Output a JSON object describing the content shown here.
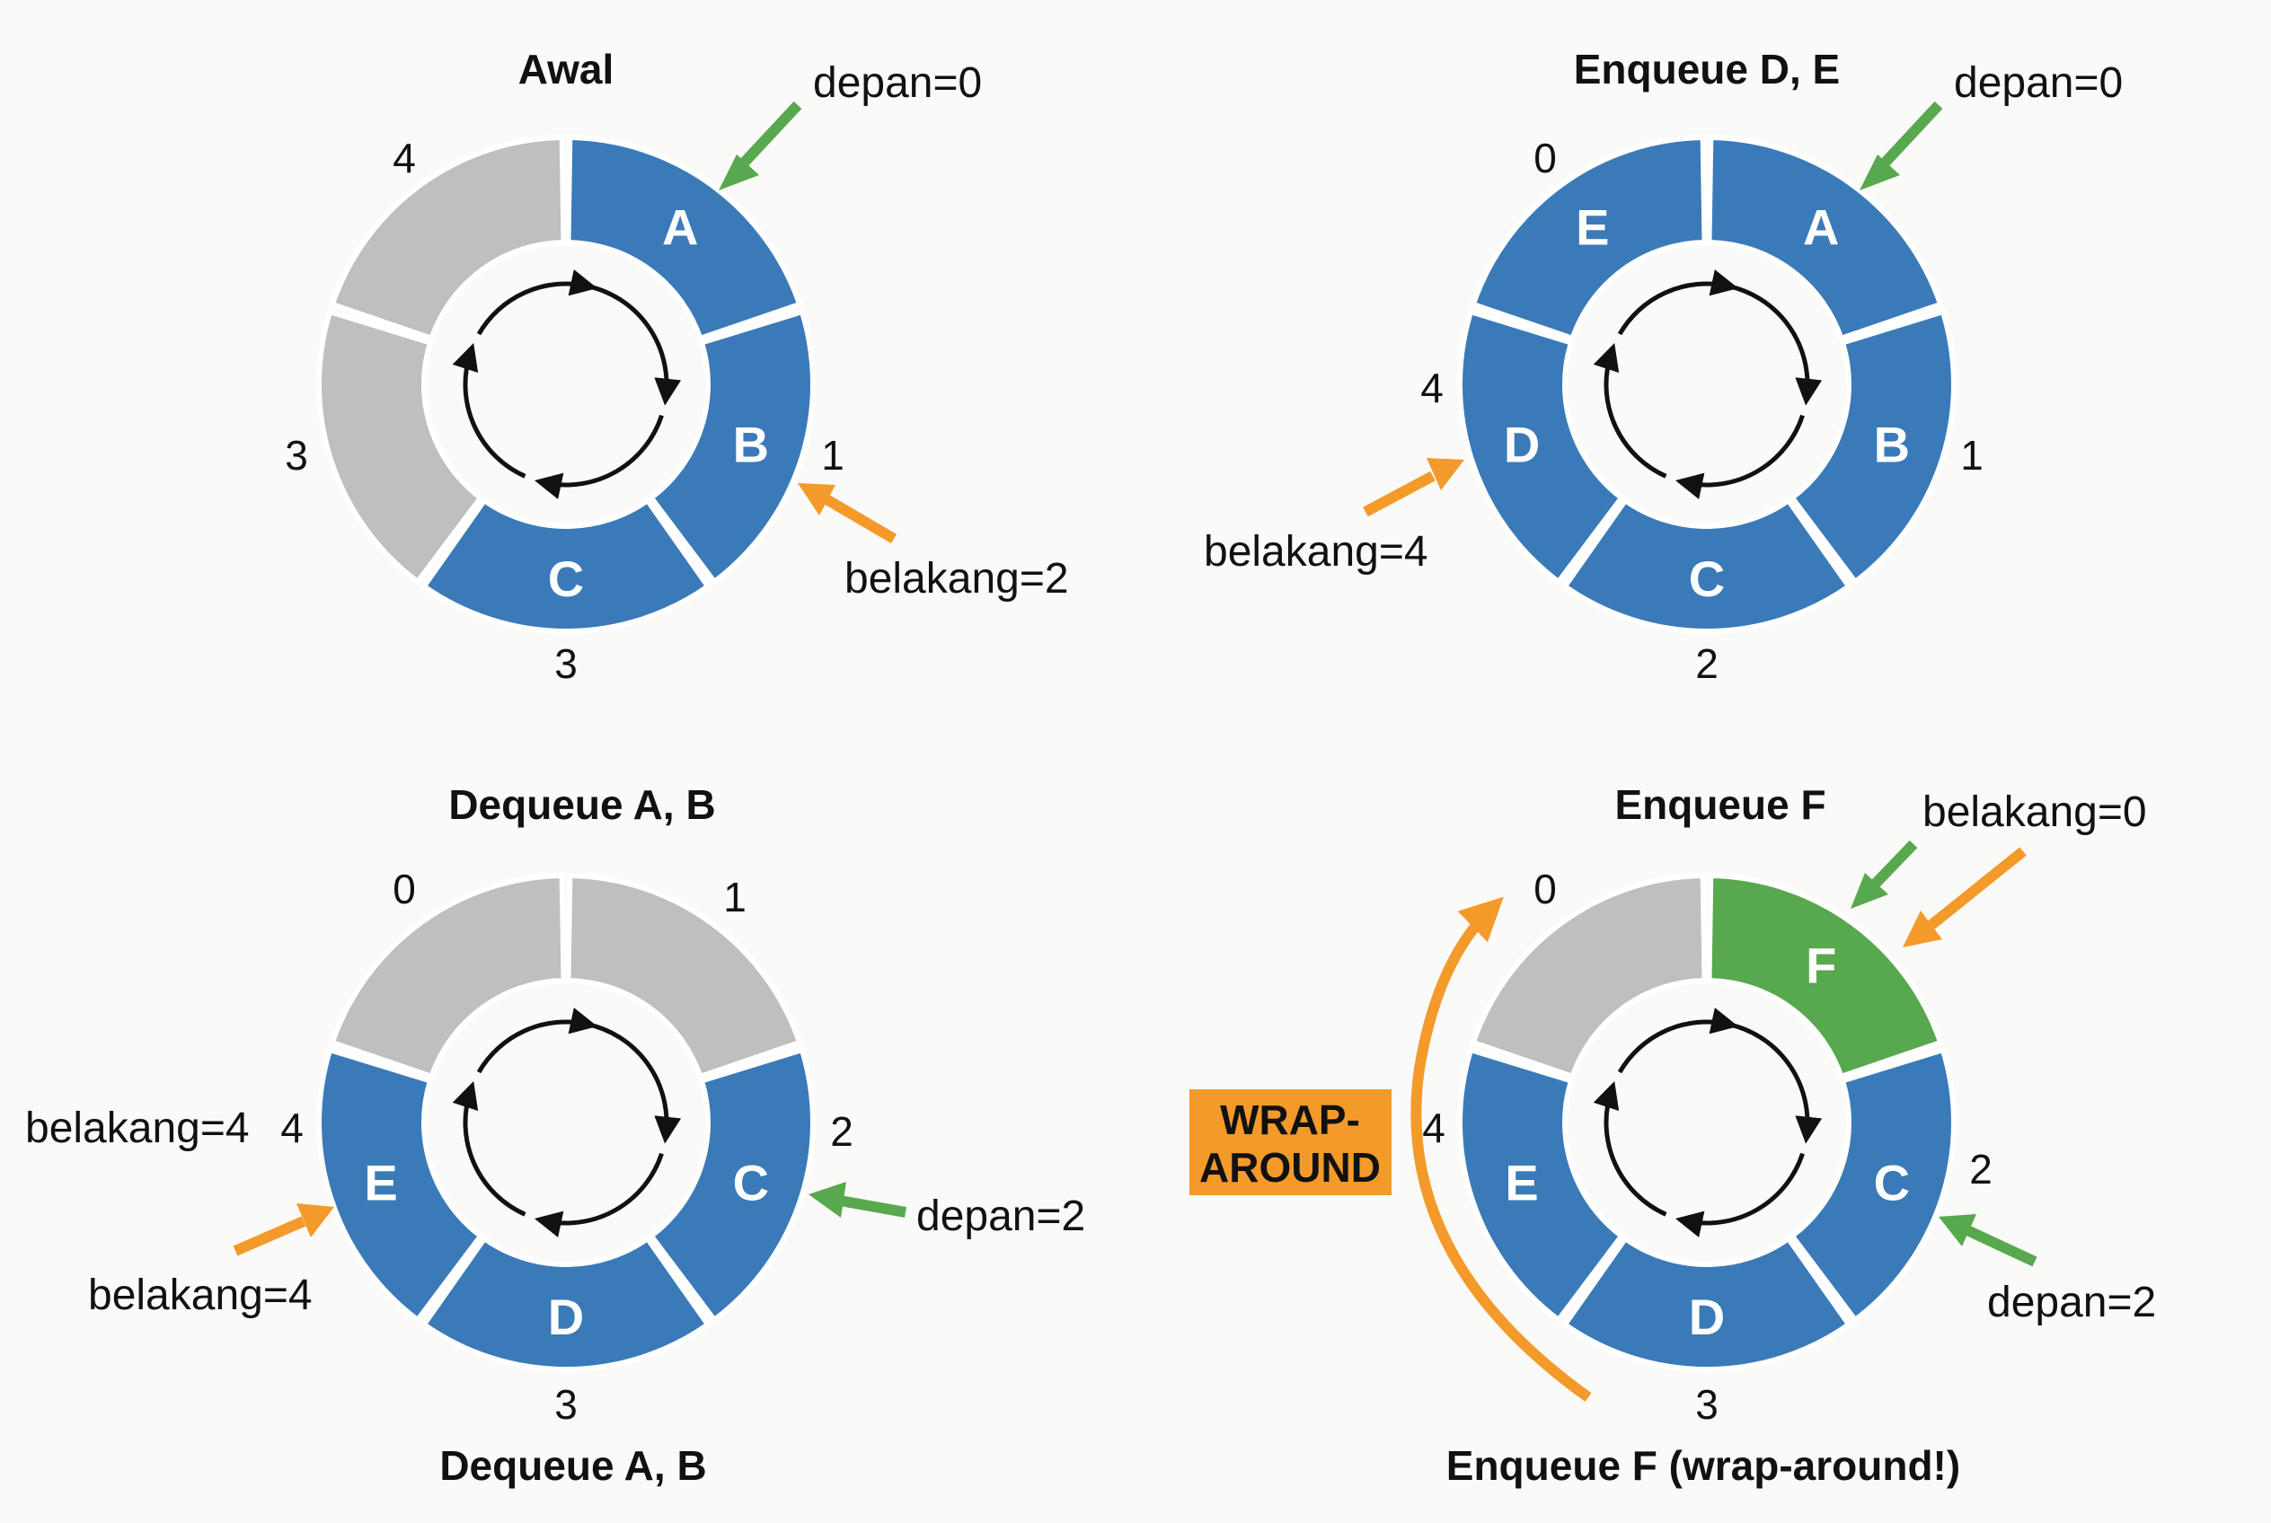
{
  "colors": {
    "filled": "#3a7ab8",
    "empty": "#bfbfbf",
    "new": "#58a84e",
    "front_arrow": "#58a84e",
    "rear_arrow": "#f39a2b",
    "badge": "#f39a2b",
    "separator": "#ffffff"
  },
  "panels": [
    {
      "title": "Awal",
      "subtitle": "",
      "cells": [
        {
          "value": "A",
          "state": "filled"
        },
        {
          "value": "B",
          "state": "filled"
        },
        {
          "value": "C",
          "state": "filled"
        },
        {
          "value": "",
          "state": "empty"
        },
        {
          "value": "",
          "state": "empty"
        }
      ],
      "index_labels": [
        "",
        "1",
        "3",
        "3",
        "4"
      ],
      "front_label": "depan=0",
      "rear_label": "belakang=2",
      "extra_label": ""
    },
    {
      "title": "Enqueue D, E",
      "subtitle": "",
      "cells": [
        {
          "value": "A",
          "state": "filled"
        },
        {
          "value": "B",
          "state": "filled"
        },
        {
          "value": "C",
          "state": "filled"
        },
        {
          "value": "D",
          "state": "filled"
        },
        {
          "value": "E",
          "state": "filled"
        }
      ],
      "index_labels": [
        "0",
        "1",
        "2",
        "4",
        ""
      ],
      "front_label": "depan=0",
      "rear_label": "belakang=4",
      "extra_label": ""
    },
    {
      "title": "Dequeue A, B",
      "subtitle": "Dequeue A, B",
      "cells": [
        {
          "value": "",
          "state": "empty"
        },
        {
          "value": "C",
          "state": "filled"
        },
        {
          "value": "D",
          "state": "filled"
        },
        {
          "value": "E",
          "state": "filled"
        },
        {
          "value": "",
          "state": "empty"
        }
      ],
      "index_labels": [
        "1",
        "2",
        "3",
        "4",
        "0"
      ],
      "front_label": "depan=2",
      "rear_label": "belakang=4",
      "extra_label": "belakang=4"
    },
    {
      "title": "Enqueue F",
      "subtitle": "Enqueue F (wrap-around!)",
      "cells": [
        {
          "value": "F",
          "state": "new"
        },
        {
          "value": "C",
          "state": "filled"
        },
        {
          "value": "D",
          "state": "filled"
        },
        {
          "value": "E",
          "state": "filled"
        },
        {
          "value": "",
          "state": "empty"
        }
      ],
      "index_labels": [
        "0",
        "2",
        "3",
        "4",
        ""
      ],
      "front_label": "depan=2",
      "rear_label": "belakang=0",
      "extra_label": "",
      "badge": [
        "WRAP-",
        "AROUND"
      ]
    }
  ]
}
